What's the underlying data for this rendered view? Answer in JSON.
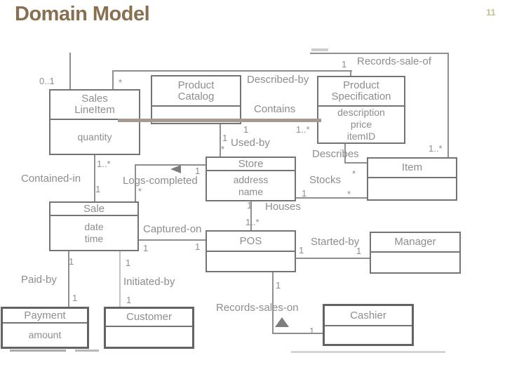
{
  "slide": {
    "title": "Domain Model",
    "page_number": "11"
  },
  "colors": {
    "title_text": "#87704f",
    "page_number_text": "#c6c293",
    "diagram_gray": "#8d8d8d",
    "highlight_line": "#a49a8f"
  },
  "uml_classes": {
    "sales_lineitem": {
      "name": "Sales\nLineItem",
      "attributes": "quantity"
    },
    "product_catalog": {
      "name": "Product\nCatalog",
      "attributes": ""
    },
    "product_specification": {
      "name": "Product\nSpecification",
      "attributes": "description\nprice\nitemID"
    },
    "store": {
      "name": "Store",
      "attributes": "address\nname"
    },
    "item": {
      "name": "Item",
      "attributes": ""
    },
    "sale": {
      "name": "Sale",
      "attributes": "date\ntime"
    },
    "pos": {
      "name": "POS",
      "attributes": ""
    },
    "manager": {
      "name": "Manager",
      "attributes": ""
    },
    "payment": {
      "name": "Payment",
      "attributes": "amount"
    },
    "customer": {
      "name": "Customer",
      "attributes": ""
    },
    "cashier": {
      "name": "Cashier",
      "attributes": ""
    }
  },
  "associations": {
    "records_sale_of": "Records-sale-of",
    "described_by": "Described-by",
    "contains": "Contains",
    "used_by": "Used-by",
    "describes": "Describes",
    "stocks": "Stocks",
    "contained_in": "Contained-in",
    "logs_completed": "Logs-completed",
    "houses": "Houses",
    "captured_on": "Captured-on",
    "started_by": "Started-by",
    "paid_by": "Paid-by",
    "initiated_by": "Initiated-by",
    "records_sales_on": "Records-sales-on"
  },
  "mults": [
    "0..1",
    "*",
    "1",
    "1..*",
    "1",
    "1..*",
    "1",
    "*",
    "*",
    "1",
    "*",
    "1..*",
    "1",
    "1",
    "*",
    "1",
    "1..*",
    "1",
    "1",
    "1",
    "1",
    "1",
    "1",
    "1",
    "1",
    "1",
    "1"
  ]
}
